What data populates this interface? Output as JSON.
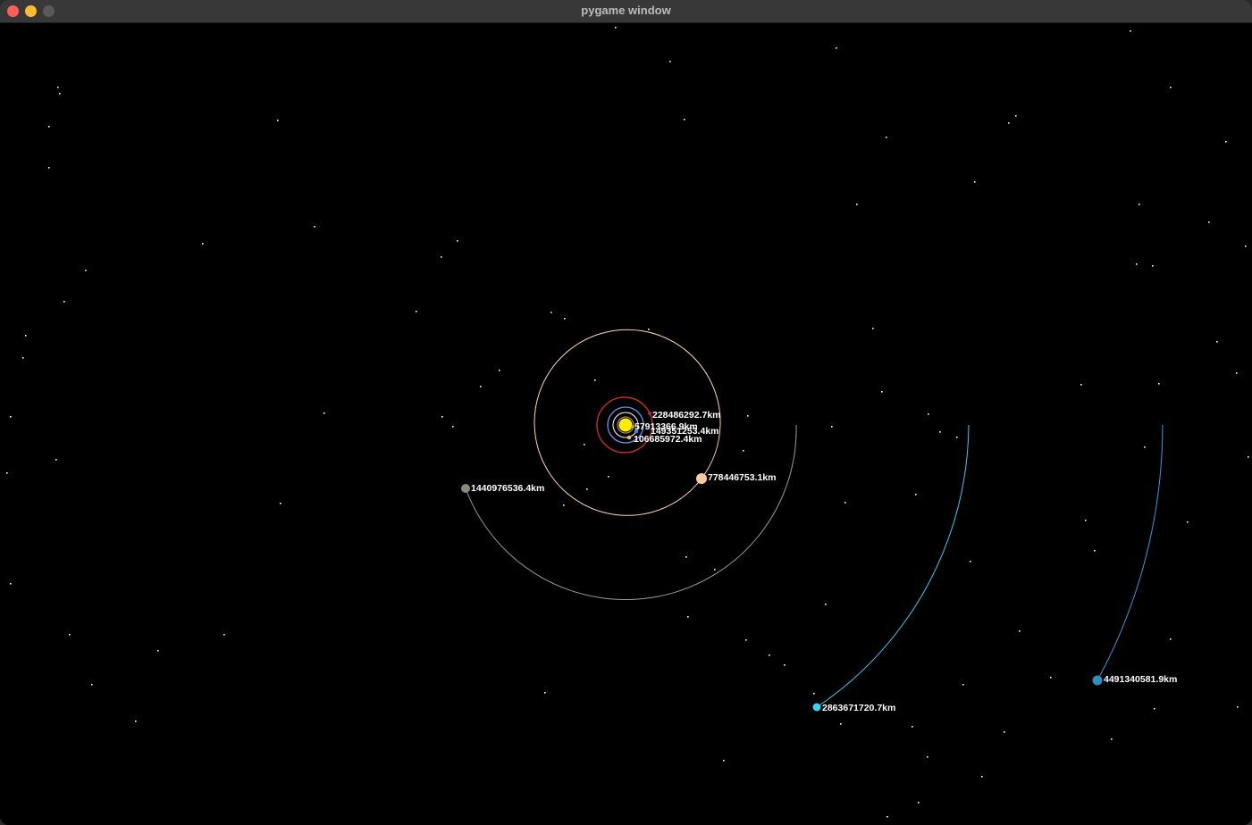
{
  "window": {
    "title": "pygame window",
    "buttons": {
      "close": "#ff5f57",
      "minimize": "#febc2e",
      "zoom": "#5a5a5a"
    }
  },
  "scene": {
    "background": "#000000",
    "star_color": "#ffffff",
    "sun": {
      "color": "#ffee00",
      "icon": "sun-icon"
    },
    "planets": [
      {
        "id": "mercury",
        "distance_label": "57913366.9km",
        "color": "#d2a35a",
        "orbit_color": "#d2a35a"
      },
      {
        "id": "venus",
        "distance_label": "106685972.4km",
        "color": "#f0c060",
        "orbit_color": "#ffffff"
      },
      {
        "id": "earth",
        "distance_label": "149351253.4km",
        "color": "#4f7fe0",
        "orbit_color": "#6495ed"
      },
      {
        "id": "mars",
        "distance_label": "228486292.7km",
        "color": "#cc2c2c",
        "orbit_color": "#cc2c2c"
      },
      {
        "id": "jupiter",
        "distance_label": "778446753.1km",
        "color": "#ffc9a0",
        "orbit_color": "#ffd9b8"
      },
      {
        "id": "saturn",
        "distance_label": "1440976536.4km",
        "color": "#8a8a7a",
        "orbit_color": "#9a9a9a"
      },
      {
        "id": "uranus",
        "distance_label": "2863671720.7km",
        "color": "#40d0f0",
        "orbit_color": "#40c8f0"
      },
      {
        "id": "neptune",
        "distance_label": "4491340581.9km",
        "color": "#2e8fc0",
        "orbit_color": "#3a9ad8"
      }
    ]
  }
}
